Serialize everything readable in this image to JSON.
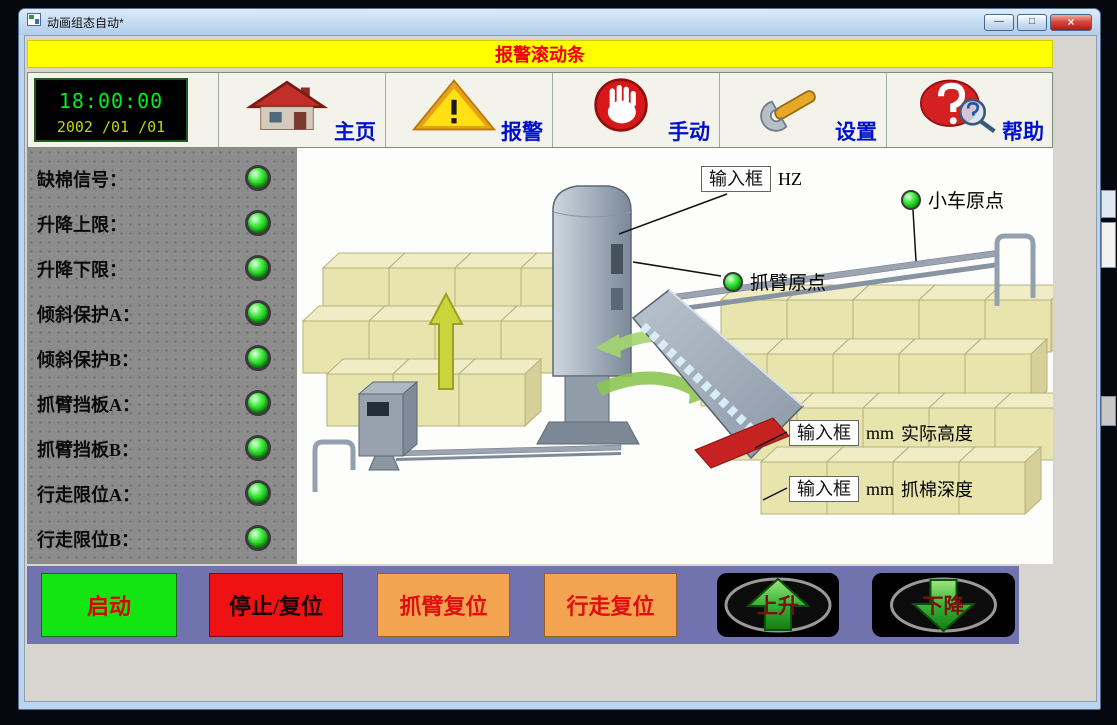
{
  "window": {
    "title": "动画组态自动*",
    "controls": {
      "minimize": "—",
      "maximize": "□",
      "close": "×"
    }
  },
  "banner": {
    "text": "报警滚动条"
  },
  "toolbar": {
    "clock": {
      "time": "18:00:00",
      "date": "2002 /01 /01"
    },
    "buttons": [
      {
        "label": "主页",
        "icon": "home"
      },
      {
        "label": "报警",
        "icon": "alarm-triangle"
      },
      {
        "label": "手动",
        "icon": "stop-hand"
      },
      {
        "label": "设置",
        "icon": "wrench"
      },
      {
        "label": "帮助",
        "icon": "question-magnifier"
      }
    ]
  },
  "status_panel": {
    "items": [
      {
        "label": "缺棉信号：",
        "state": "on"
      },
      {
        "label": "升降上限：",
        "state": "on"
      },
      {
        "label": "升降下限：",
        "state": "on"
      },
      {
        "label": "倾斜保护A：",
        "state": "on"
      },
      {
        "label": "倾斜保护B：",
        "state": "on"
      },
      {
        "label": "抓臂挡板A：",
        "state": "on"
      },
      {
        "label": "抓臂挡板B：",
        "state": "on"
      },
      {
        "label": "行走限位A：",
        "state": "on"
      },
      {
        "label": "行走限位B：",
        "state": "on"
      }
    ],
    "led_color": "#2ecc2e"
  },
  "diagram": {
    "freq": {
      "box": "输入框",
      "unit": "HZ"
    },
    "cart_origin": {
      "label": "小车原点",
      "state": "on"
    },
    "arm_origin": {
      "label": "抓臂原点",
      "state": "on"
    },
    "height": {
      "box": "输入框",
      "unit": "mm",
      "label": "实际高度"
    },
    "depth": {
      "box": "输入框",
      "unit": "mm",
      "label": "抓棉深度"
    }
  },
  "controls": {
    "buttons": [
      {
        "label": "启动"
      },
      {
        "label": "停止/复位"
      },
      {
        "label": "抓臂复位"
      },
      {
        "label": "行走复位"
      },
      {
        "label": "上升",
        "icon": "up-arrow"
      },
      {
        "label": "下降",
        "icon": "down-arrow"
      }
    ]
  },
  "colors": {
    "banner_bg": "#ffff00",
    "banner_text": "#ee0000",
    "start_bg": "#13e513",
    "stop_bg": "#ee1212",
    "reset_bg": "#f2a450",
    "bar_bg": "#7173ae",
    "led_green": "#2ecc2e"
  }
}
